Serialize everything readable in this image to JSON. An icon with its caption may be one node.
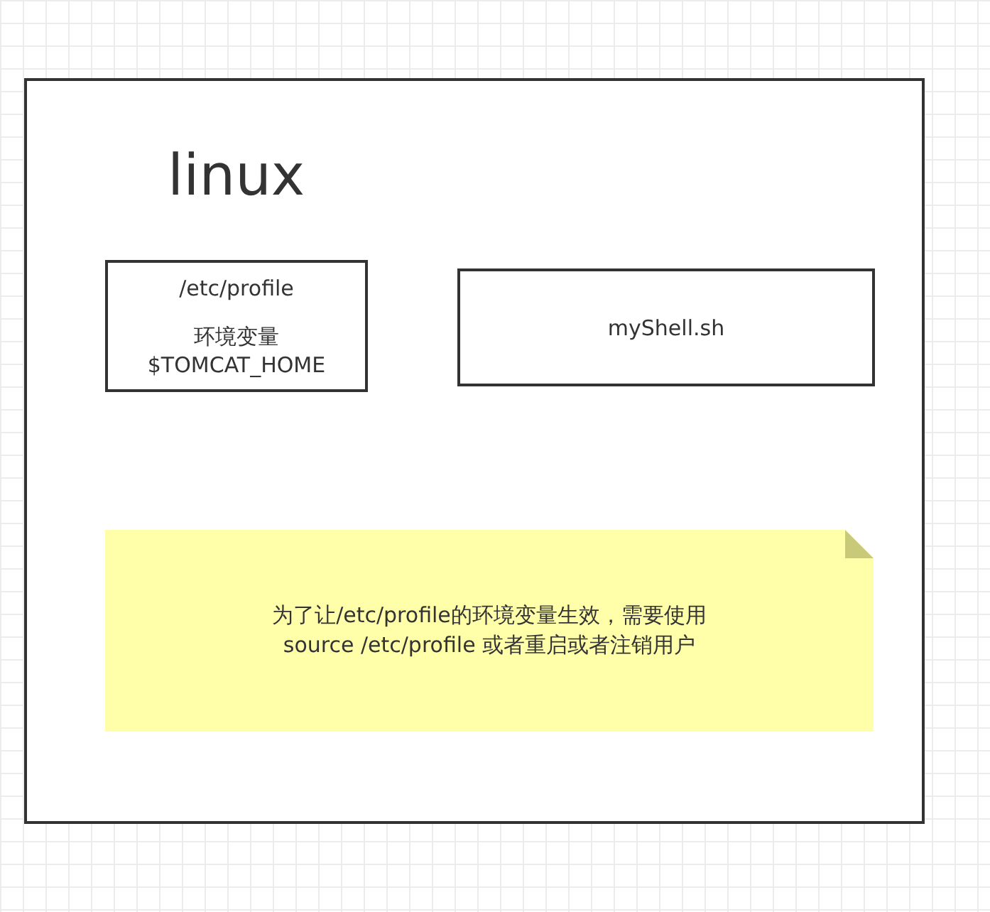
{
  "diagram": {
    "nodes": [
      {
        "text": [
          "linux"
        ]
      },
      {
        "text": [
          "/etc/profile",
          "环境变量",
          "$TOMCAT_HOME"
        ],
        "in": 0
      },
      {
        "text": [
          "myShell.sh"
        ],
        "in": 0
      },
      {
        "text": [
          "为了让/etc/profile的环境变量生效，需要使用 source /etc/profile 或者重启或者注销用户"
        ],
        "in": 0
      }
    ]
  }
}
